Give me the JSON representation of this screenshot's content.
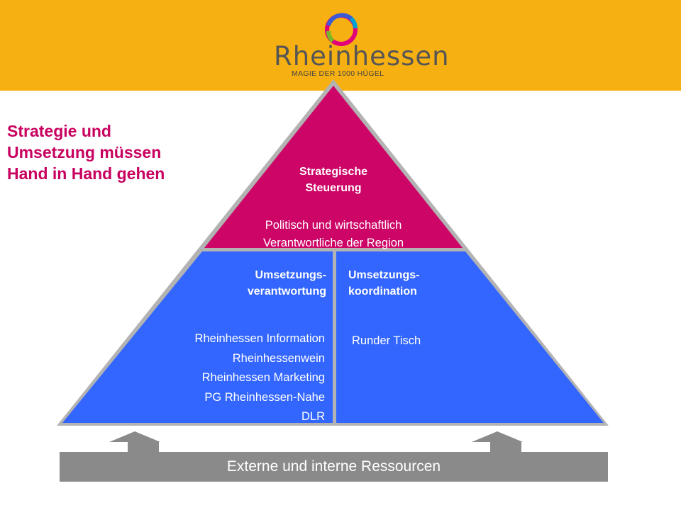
{
  "brand": {
    "name": "Rheinhessen",
    "tagline": "MAGIE DER 1000 HÜGEL"
  },
  "headline": {
    "lines": [
      "Strategie und",
      "Umsetzung müssen",
      "Hand in Hand gehen"
    ],
    "color": "#c8005f"
  },
  "pyramid": {
    "top": {
      "title_lines": [
        "Strategische",
        "Steuerung"
      ],
      "desc_lines": [
        "Politisch und wirtschaftlich",
        "Verantwortliche der Region"
      ],
      "color": "#cc0566"
    },
    "left": {
      "title_lines": [
        "Umsetzungs-",
        "verantwortung"
      ],
      "items": [
        "Rheinhessen Information",
        "Rheinhessenwein",
        "Rheinhessen Marketing",
        "PG Rheinhessen-Nahe",
        "DLR"
      ],
      "color": "#3366ff"
    },
    "right": {
      "title_lines": [
        "Umsetzungs-",
        "koordination"
      ],
      "items": [
        "Runder Tisch"
      ],
      "color": "#3366ff"
    }
  },
  "footer": {
    "label": "Externe und interne Ressourcen",
    "color": "#8a8a8a"
  },
  "colors": {
    "header_bg": "#f7b011",
    "border": "#b3b3b3"
  }
}
